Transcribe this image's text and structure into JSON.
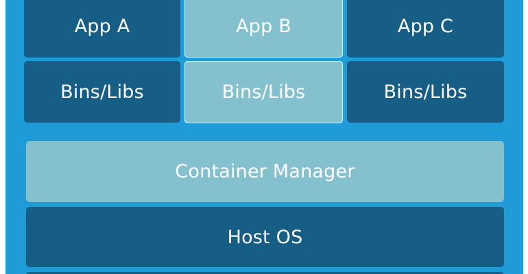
{
  "apps": [
    {
      "label": "App A"
    },
    {
      "label": "App B"
    },
    {
      "label": "App C"
    }
  ],
  "bins": [
    {
      "label": "Bins/Libs"
    },
    {
      "label": "Bins/Libs"
    },
    {
      "label": "Bins/Libs"
    }
  ],
  "layers": {
    "container_manager": "Container Manager",
    "host_os": "Host OS"
  },
  "colors": {
    "frame": "#1f9bd7",
    "dark_block": "#165e86",
    "light_block": "#84c0ce",
    "text": "#ffffff"
  }
}
